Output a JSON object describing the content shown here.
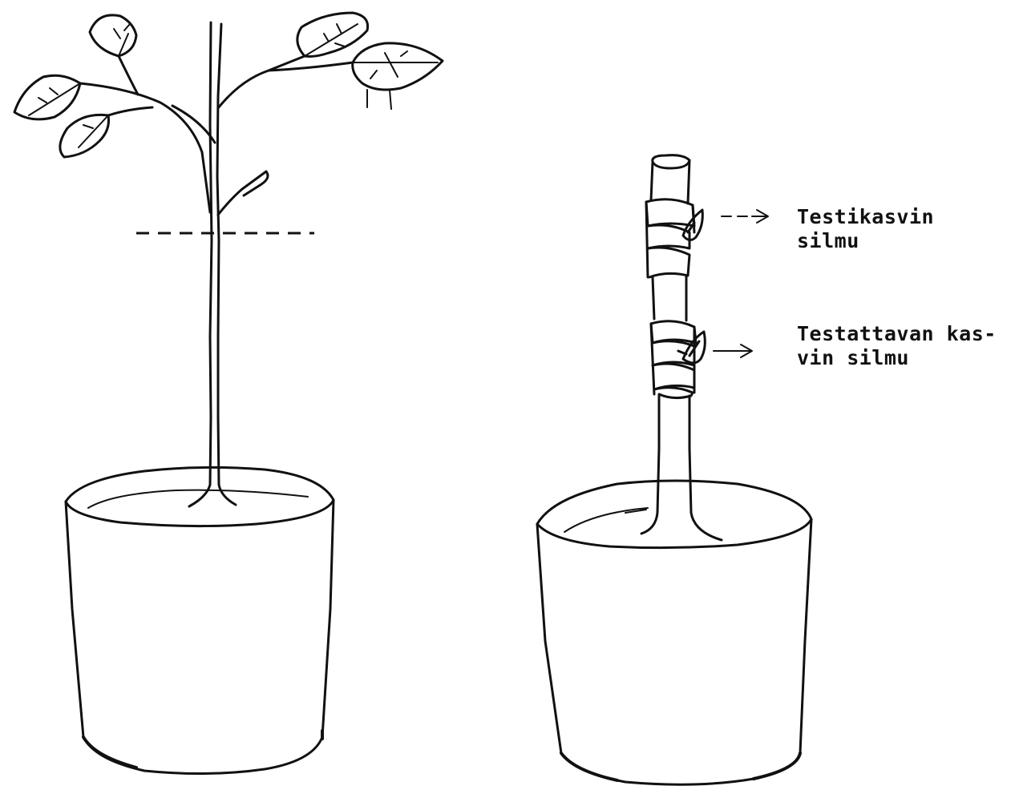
{
  "colors": {
    "ink": "#111111",
    "paper": "#ffffff"
  },
  "annotations": {
    "test_plant_bud": {
      "line1": "Testikasvin",
      "line2": "silmu"
    },
    "tested_plant_bud": {
      "line1": "Testattavan kas-",
      "line2": "vin silmu"
    }
  }
}
